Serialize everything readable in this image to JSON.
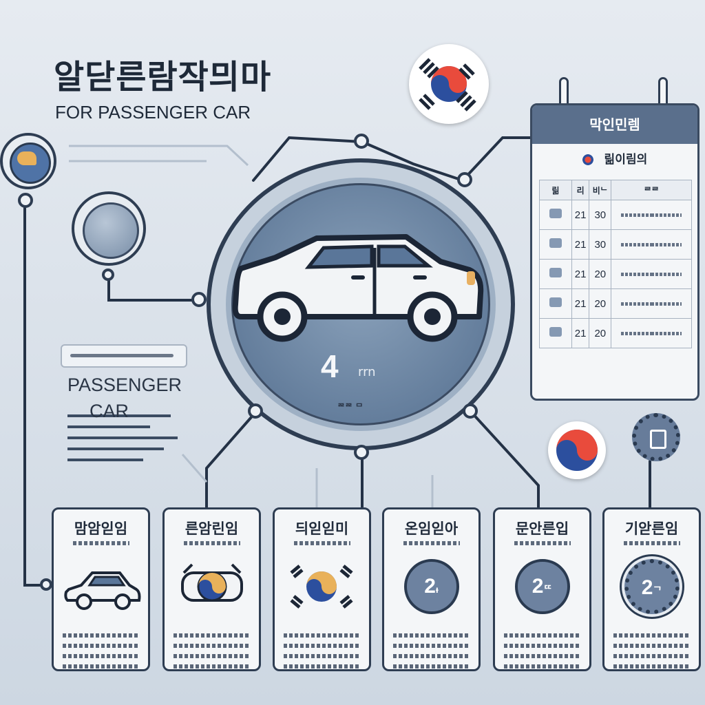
{
  "header": {
    "title_ko": "알닫른람작믜마",
    "title_en": "FOR PASSENGER CAR"
  },
  "side_label": {
    "line1": "PASSENGER",
    "line2": "CAR"
  },
  "hub": {
    "value": "4",
    "unit": "rrn",
    "caption": "ᄙᄙ ᄆ"
  },
  "calendar": {
    "header": "막인민렘",
    "subtitle": "릶이림의",
    "columns": [
      "릶",
      "리",
      "비ᄂ",
      "ᄅᄅ"
    ],
    "rows": [
      {
        "c2": "21",
        "c3": "30"
      },
      {
        "c2": "21",
        "c3": "30"
      },
      {
        "c2": "21",
        "c3": "20"
      },
      {
        "c2": "21",
        "c3": "20"
      },
      {
        "c2": "21",
        "c3": "20"
      }
    ]
  },
  "cards": [
    {
      "title": "맘암읻임",
      "visual": "car-icon",
      "badge": ""
    },
    {
      "title": "른암린임",
      "visual": "taegeuk-icon",
      "badge": ""
    },
    {
      "title": "듸읻읻미",
      "visual": "flag-icon",
      "badge": ""
    },
    {
      "title": "온임읻아",
      "visual": "badge",
      "badge": "2",
      "badge_unit": "ᵻ"
    },
    {
      "title": "문안른입",
      "visual": "badge",
      "badge": "2",
      "badge_unit": "ᄄ"
    },
    {
      "title": "기앋른임",
      "visual": "seal",
      "badge": "2",
      "badge_unit": "ᄀ"
    }
  ],
  "colors": {
    "accent": "#2e3d52",
    "hub": "#5f7998",
    "flag_red": "#e94b3c",
    "flag_blue": "#2c4f9e"
  }
}
